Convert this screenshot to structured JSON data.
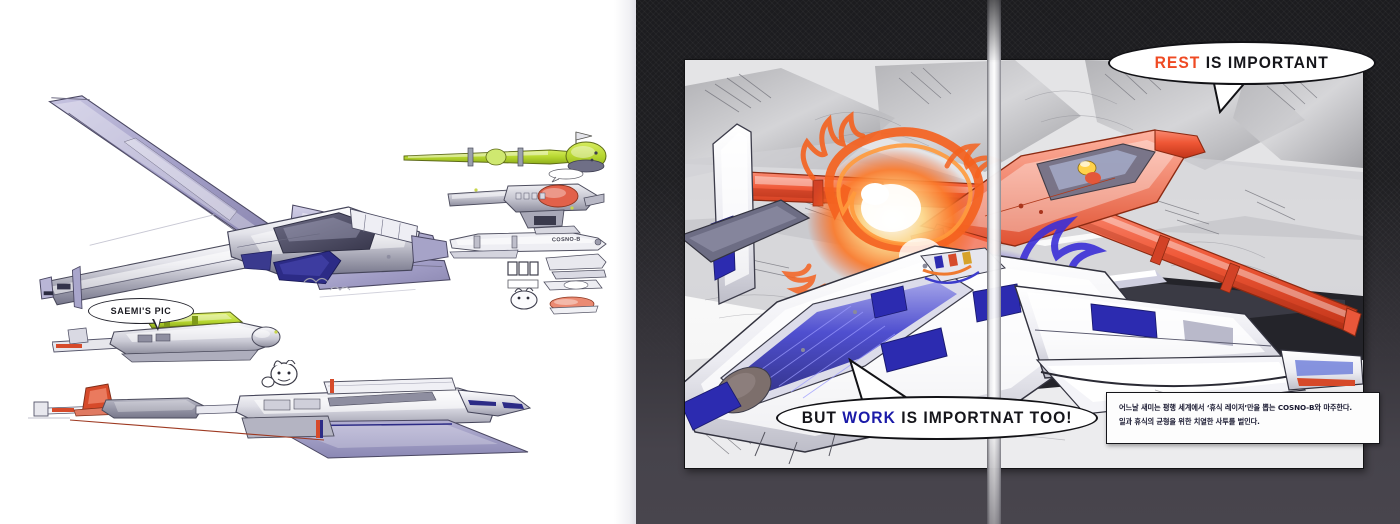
{
  "page": {
    "title": "COSNO-B concept art spread",
    "layout": "two-panel",
    "colors": {
      "left_bg": "#ffffff",
      "right_bg_top": "#1c1c1f",
      "right_bg_bottom": "#48454d",
      "art_board_bg": "#f2f2f0",
      "accent_rest": "#ef4a23",
      "accent_work": "#1a1aa8",
      "sketch_lavender": "#a6a3c8",
      "sketch_lime": "#b6d62f",
      "sketch_navy": "#2c2b86",
      "sketch_red": "#d64a2a",
      "ink": "#3a3a46"
    }
  },
  "left_panel": {
    "name": "concept sketch sheet",
    "hero_caption": {
      "bubble_label": "SAEMI'S PIC"
    },
    "side_labels": {
      "cosno_b": "COSNO-B"
    },
    "sketches": [
      {
        "id": "hero-xwing",
        "label": "large lavender x-wing craft, three-quarter view"
      },
      {
        "id": "lime-lance",
        "label": "lime green lance craft with antenna"
      },
      {
        "id": "grey-topview",
        "label": "grey craft top view with red canopy"
      },
      {
        "id": "cosno-b-sideview",
        "label": "COSNO-B slim side view"
      },
      {
        "id": "thumbnail-cluster",
        "label": "small pencil thumbnails"
      },
      {
        "id": "lime-pod",
        "label": "lime green pod on lift platform"
      },
      {
        "id": "bottom-sideview",
        "label": "long side view craft with red tail fin and mascot"
      },
      {
        "id": "mascot",
        "label": "small cartoon mascot character"
      }
    ]
  },
  "right_panel": {
    "name": "finished illustration board",
    "scene": "two craft clashing over a canyon, orange beam versus blue beam",
    "bubbles": [
      {
        "id": "rest-bubble",
        "accent_word": "REST",
        "rest_text": " IS IMPORTANT",
        "accent_color": "#ef4a23"
      },
      {
        "id": "work-bubble",
        "prefix": "BUT ",
        "accent_word": "WORK",
        "rest_text": " IS IMPORTNAT TOO!",
        "accent_color": "#1a1aa8"
      }
    ],
    "caption": {
      "line1": "어느날 새미는 평행 세계에서 ‘휴식 레이저’만을 뽑는 COSNO-B와 마주한다.",
      "line2": "일과 휴식의 균형을 위한 치열한 사투를 벌인다."
    },
    "elements": [
      {
        "id": "red-craft",
        "label": "red interceptor firing orange beam"
      },
      {
        "id": "white-craft",
        "label": "white craft firing blue beam"
      },
      {
        "id": "orange-blast",
        "label": "orange energy burst"
      },
      {
        "id": "blue-blast",
        "label": "blue energy burst"
      },
      {
        "id": "canyon-bg",
        "label": "greyscale canyon backdrop"
      }
    ]
  }
}
